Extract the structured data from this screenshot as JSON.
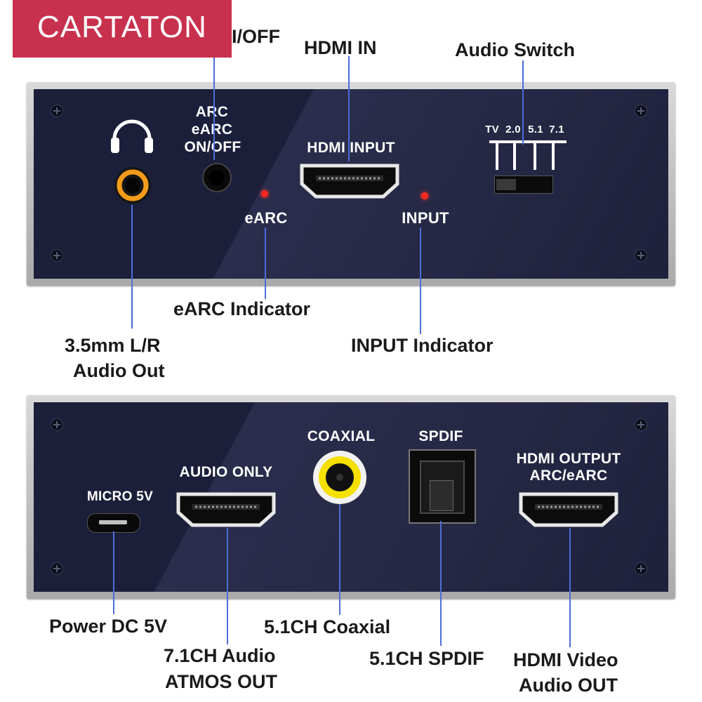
{
  "brand": {
    "logo_text": "CARTATON",
    "logo_bg": "#c8314e"
  },
  "colors": {
    "callout_line": "#4c6ed8",
    "panel_face": "#1c1f3a",
    "led": "#ff2a1f",
    "coax_ring": "#f5e000",
    "jack_ring": "#f39c1b"
  },
  "top_callouts": {
    "arc_switch_partial": "I/OFF",
    "hdmi_in": "HDMI IN",
    "audio_switch": "Audio Switch",
    "earc_indicator": "eARC Indicator",
    "input_indicator": "INPUT Indicator",
    "audio_out_line1": "3.5mm  L/R",
    "audio_out_line2": "Audio Out"
  },
  "top_panel": {
    "arc_label_1": "ARC",
    "arc_label_2": "eARC",
    "arc_label_3": "ON/OFF",
    "hdmi_input": "HDMI INPUT",
    "earc": "eARC",
    "input": "INPUT",
    "switch_positions": [
      "TV",
      "2.0",
      "5.1",
      "7.1"
    ],
    "headphone_icon": "headphone-icon"
  },
  "bottom_panel": {
    "micro": "MICRO 5V",
    "audio_only": "AUDIO ONLY",
    "coaxial": "COAXIAL",
    "spdif": "SPDIF",
    "hdmi_output_1": "HDMI OUTPUT",
    "hdmi_output_2": "ARC/eARC"
  },
  "bottom_callouts": {
    "power": "Power DC 5V",
    "atmos_1": "7.1CH Audio",
    "atmos_2": "ATMOS OUT",
    "coaxial": "5.1CH Coaxial",
    "spdif": "5.1CH SPDIF",
    "hdmi_video_1": "HDMI Video",
    "hdmi_video_2": "Audio OUT"
  }
}
